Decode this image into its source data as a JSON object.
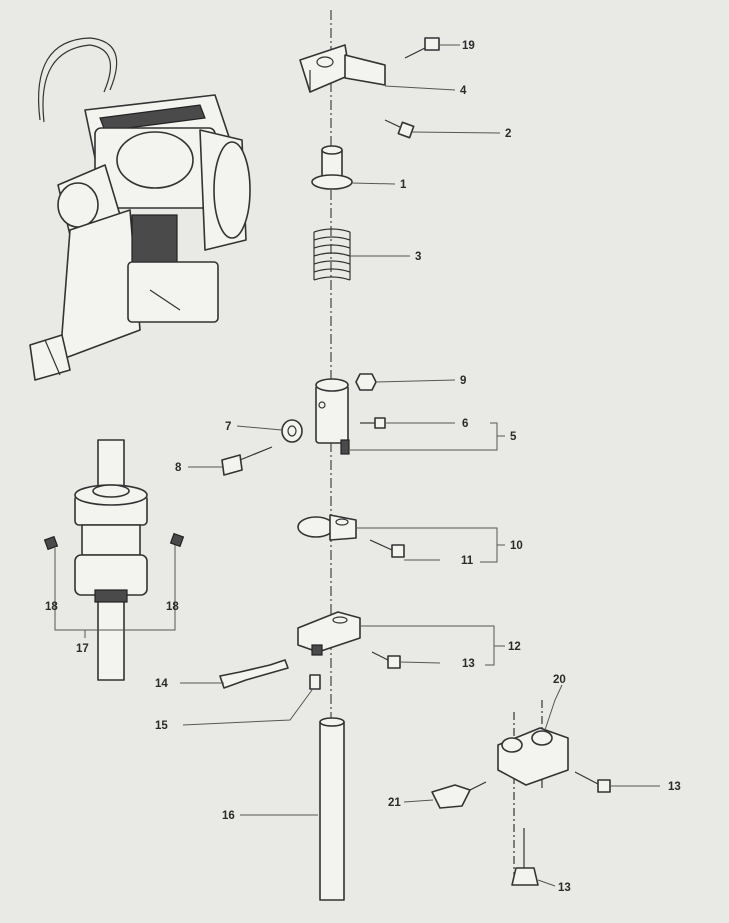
{
  "diagram": {
    "callouts": [
      {
        "id": "19",
        "text": "19"
      },
      {
        "id": "4",
        "text": "4"
      },
      {
        "id": "2",
        "text": "2"
      },
      {
        "id": "1",
        "text": "1"
      },
      {
        "id": "3",
        "text": "3"
      },
      {
        "id": "9",
        "text": "9"
      },
      {
        "id": "7",
        "text": "7"
      },
      {
        "id": "6",
        "text": "6"
      },
      {
        "id": "5",
        "text": "5"
      },
      {
        "id": "8",
        "text": "8"
      },
      {
        "id": "10",
        "text": "10"
      },
      {
        "id": "11",
        "text": "11"
      },
      {
        "id": "18a",
        "text": "18"
      },
      {
        "id": "18b",
        "text": "18"
      },
      {
        "id": "17",
        "text": "17"
      },
      {
        "id": "12",
        "text": "12"
      },
      {
        "id": "13a",
        "text": "13"
      },
      {
        "id": "14",
        "text": "14"
      },
      {
        "id": "15",
        "text": "15"
      },
      {
        "id": "20",
        "text": "20"
      },
      {
        "id": "13b",
        "text": "13"
      },
      {
        "id": "21",
        "text": "21"
      },
      {
        "id": "16",
        "text": "16"
      },
      {
        "id": "13c",
        "text": "13"
      }
    ]
  }
}
